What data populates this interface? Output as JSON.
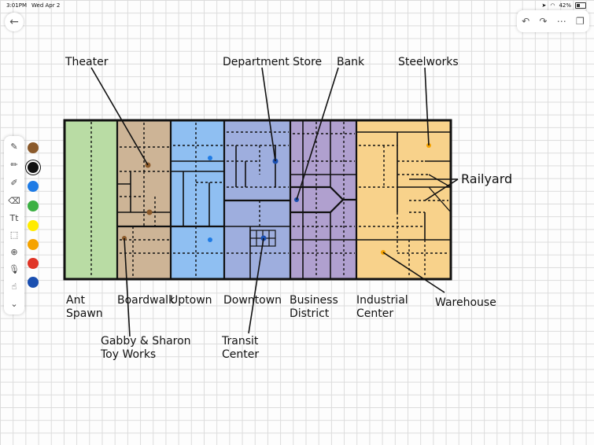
{
  "status": {
    "time": "3:01PM",
    "date": "Wed Apr 2",
    "battery": "42%"
  },
  "toolbar_icons": [
    "back-arrow-icon",
    "undo-icon",
    "redo-icon",
    "more-icon",
    "pages-icon"
  ],
  "palette": {
    "tools": [
      "pen-icon",
      "pencil-icon",
      "highlighter-icon",
      "eraser-icon",
      "text-icon",
      "lasso-icon",
      "add-icon",
      "mic-icon",
      "hand-icon",
      "chevron-down-icon"
    ],
    "colors": [
      "#8b5a2b",
      "#111111",
      "#1e7be5",
      "#3cb043",
      "#ffeb00",
      "#f5a300",
      "#e03527",
      "#1a4fb0"
    ]
  },
  "map": {
    "district_colors": {
      "ant_spawn": "#b9dca4",
      "boardwalk": "#cdb496",
      "uptown": "#8fbff2",
      "downtown": "#9eaede",
      "business": "#b0a0cf",
      "industrial": "#f8d28b"
    },
    "bottom_labels": {
      "ant_spawn": "Ant\nSpawn",
      "boardwalk": "Boardwalk",
      "uptown": "Uptown",
      "downtown": "Downtown",
      "business": "Business\nDistrict",
      "industrial": "Industrial\nCenter"
    },
    "callouts": {
      "theater": "Theater",
      "department_store": "Department Store",
      "bank": "Bank",
      "steelworks": "Steelworks",
      "railyard": "Railyard",
      "warehouse": "Warehouse",
      "toy_works": "Gabby & Sharon\nToy Works",
      "transit": "Transit\nCenter"
    }
  }
}
